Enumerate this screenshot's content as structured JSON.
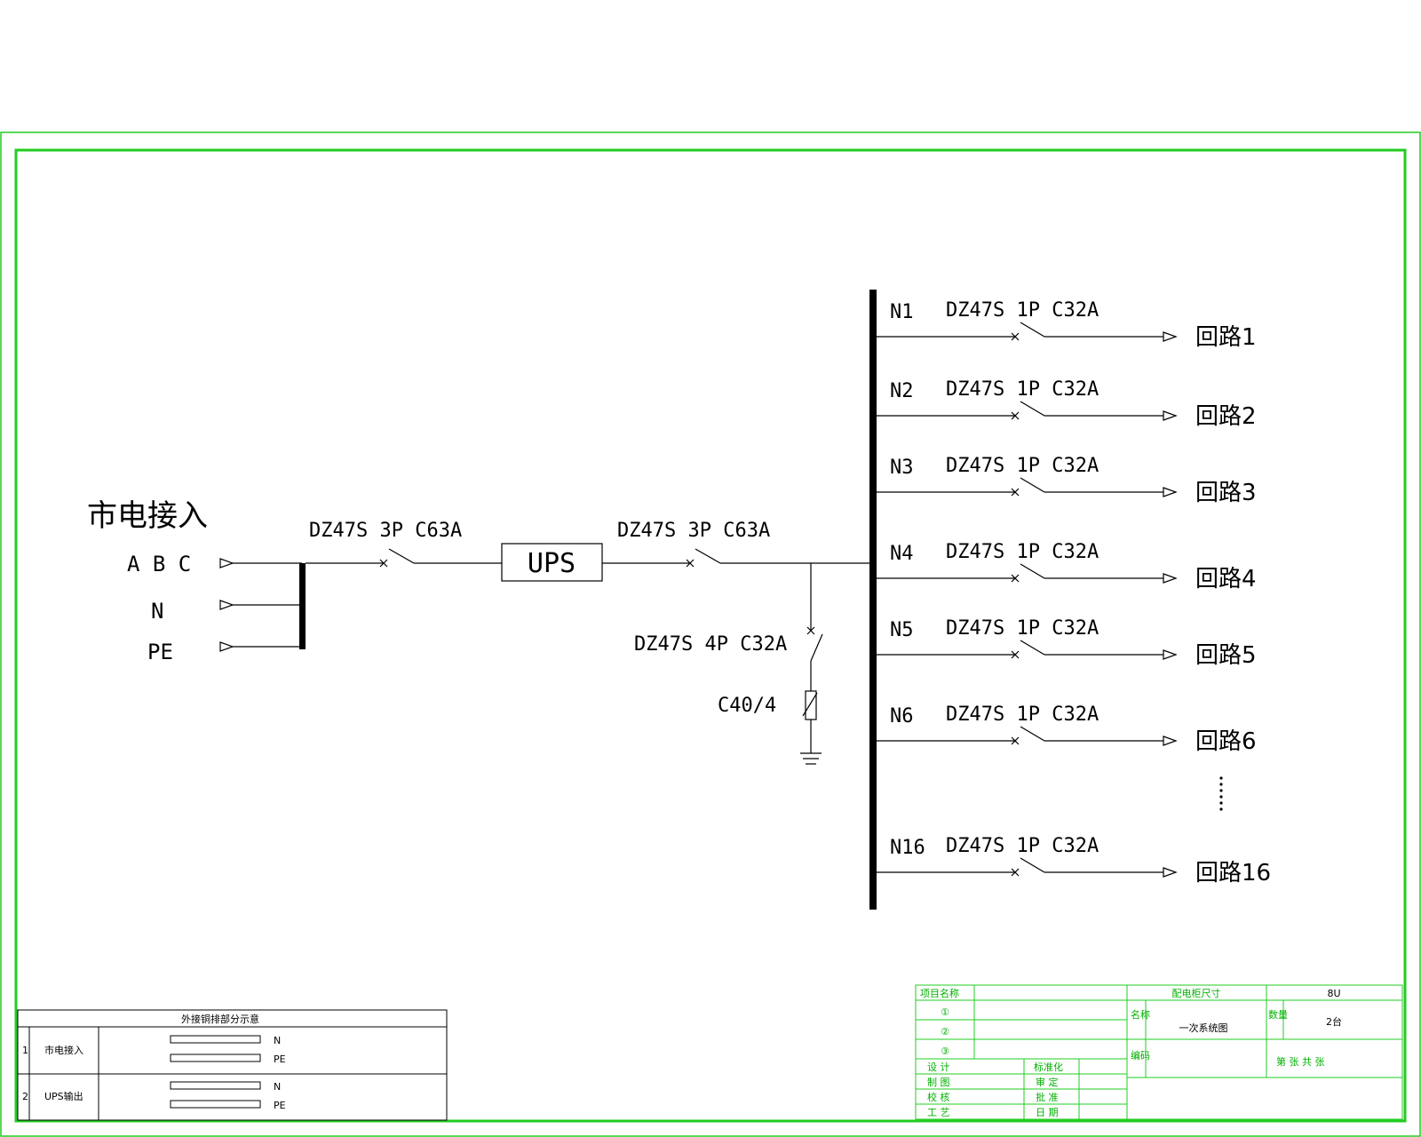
{
  "source": {
    "title": "市电接入",
    "lines": [
      "A B C",
      "N",
      "PE"
    ]
  },
  "main_breaker": "DZ47S 3P C63A",
  "ups_label": "UPS",
  "ups_out_breaker": "DZ47S 3P C63A",
  "spd": {
    "breaker": "DZ47S 4P C32A",
    "arrester": "C40/4"
  },
  "branches": [
    {
      "n": "N1",
      "breaker": "DZ47S 1P C32A",
      "circuit": "回路1"
    },
    {
      "n": "N2",
      "breaker": "DZ47S 1P C32A",
      "circuit": "回路2"
    },
    {
      "n": "N3",
      "breaker": "DZ47S 1P C32A",
      "circuit": "回路3"
    },
    {
      "n": "N4",
      "breaker": "DZ47S 1P C32A",
      "circuit": "回路4"
    },
    {
      "n": "N5",
      "breaker": "DZ47S 1P C32A",
      "circuit": "回路5"
    },
    {
      "n": "N6",
      "breaker": "DZ47S 1P C32A",
      "circuit": "回路6"
    },
    {
      "n": "N16",
      "breaker": "DZ47S 1P C32A",
      "circuit": "回路16"
    }
  ],
  "busbar_table": {
    "title": "外接铜排部分示意",
    "rows": [
      {
        "no": "1",
        "name": "市电接入",
        "bars": [
          "N",
          "PE"
        ]
      },
      {
        "no": "2",
        "name": "UPS输出",
        "bars": [
          "N",
          "PE"
        ]
      }
    ]
  },
  "title_block": {
    "project_label": "项目名称",
    "size_label": "配电柜尺寸",
    "size_value": "8U",
    "circle1": "①",
    "circle2": "②",
    "circle3": "③",
    "name_label": "名称",
    "name_value": "一次系统图",
    "qty_label": "数量",
    "qty_value": "2台",
    "code_label": "编码",
    "sheet": "第 张 共 张",
    "design": "设 计",
    "draw": "制 图",
    "check": "校 核",
    "process": "工 艺",
    "standard": "标准化",
    "review": "审 定",
    "approve": "批 准",
    "date": "日 期"
  },
  "colors": {
    "frame": "#22cc22",
    "line": "#000000"
  }
}
